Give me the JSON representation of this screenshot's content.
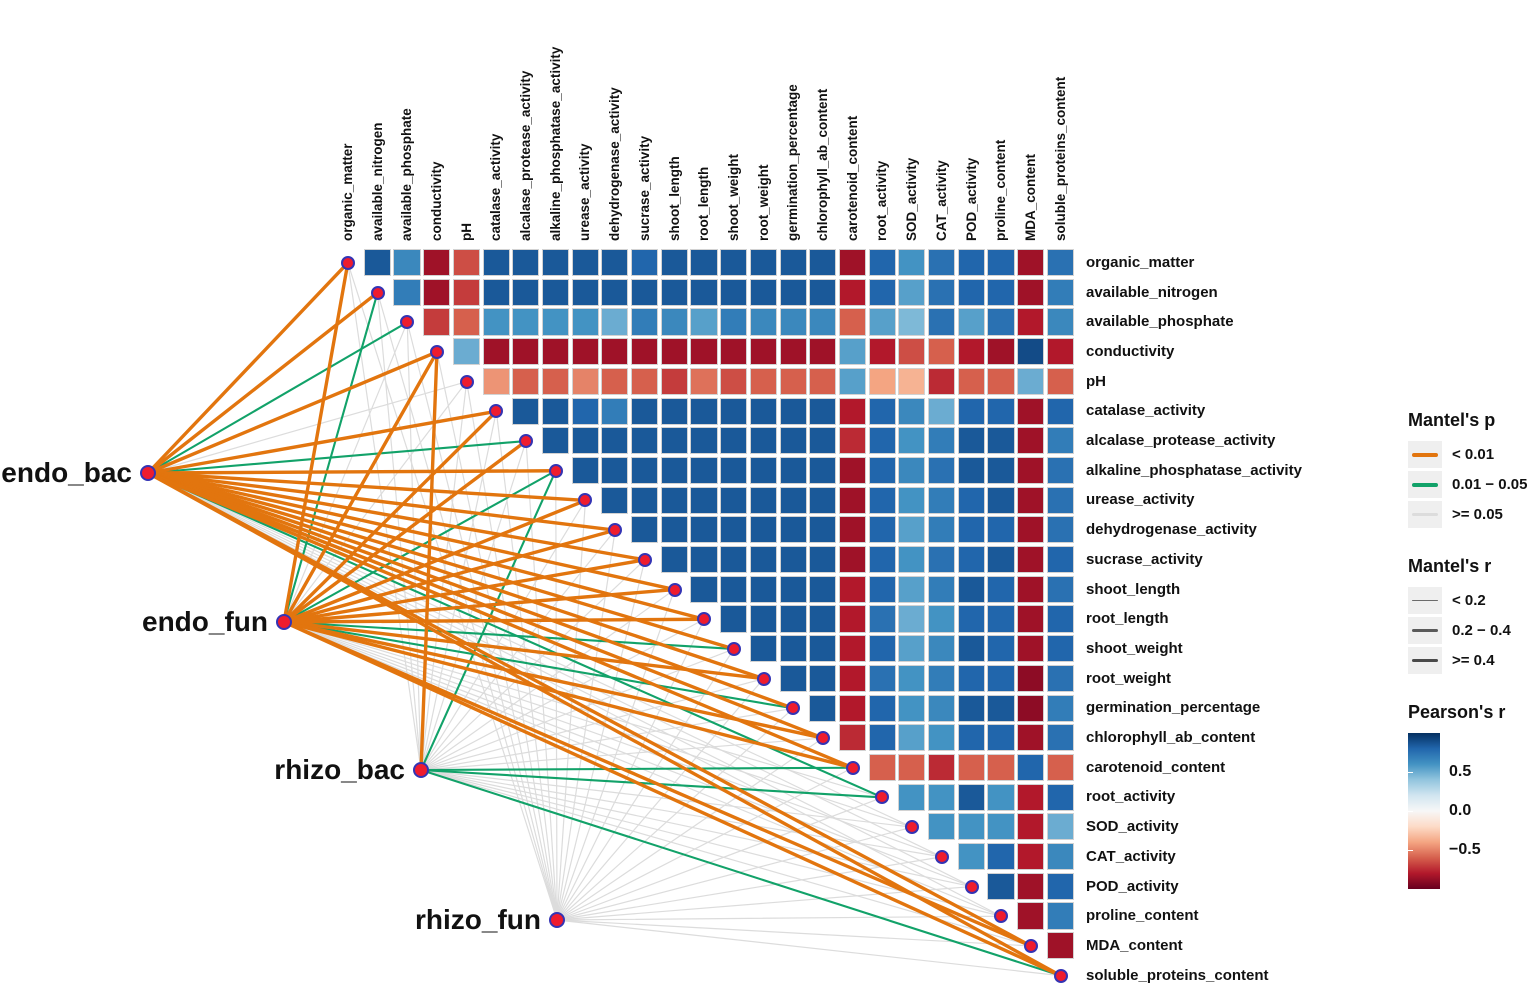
{
  "legend": {
    "mantel_p": {
      "title": "Mantel's p",
      "items": [
        {
          "label": "< 0.01",
          "color": "#e2750e"
        },
        {
          "label": "0.01 − 0.05",
          "color": "#12a269"
        },
        {
          "label": ">= 0.05",
          "color": "#dcdcdc"
        }
      ]
    },
    "mantel_r": {
      "title": "Mantel's r",
      "items": [
        {
          "label": "< 0.2"
        },
        {
          "label": "0.2 − 0.4"
        },
        {
          "label": ">= 0.4"
        }
      ]
    },
    "pearson": {
      "title": "Pearson's r",
      "ticks": [
        "0.5",
        "0.0",
        "−0.5"
      ]
    }
  },
  "palette": {
    "background": "#ffffff",
    "node_dot_fill": "#ee1c2e",
    "node_dot_ring": "#3434b4",
    "link_orange": "#e2750e",
    "link_green": "#12a269",
    "link_gray": "#dcdcdc",
    "label_color": "#111111"
  },
  "chart_data": {
    "type": "heatmap",
    "subtype": "upper-triangle correlation heatmap with Mantel-test network links",
    "variables": [
      "organic_matter",
      "available_nitrogen",
      "available_phosphate",
      "conductivity",
      "pH",
      "catalase_activity",
      "alcalase_protease_activity",
      "alkaline_phosphatase_activity",
      "urease_activity",
      "dehydrogenase_activity",
      "sucrase_activity",
      "shoot_length",
      "root_length",
      "shoot_weight",
      "root_weight",
      "germination_percentage",
      "chlorophyll_ab_content",
      "carotenoid_content",
      "root_activity",
      "SOD_activity",
      "CAT_activity",
      "POD_activity",
      "proline_content",
      "MDA_content",
      "soluble_proteins_content"
    ],
    "pearson_scale": {
      "range": [
        -1,
        1
      ],
      "ticks": [
        "0.5",
        "0.0",
        "−0.5"
      ],
      "stops": [
        [
          -1.0,
          "#67001f"
        ],
        [
          -0.8,
          "#b2182b"
        ],
        [
          -0.6,
          "#d6604d"
        ],
        [
          -0.4,
          "#f4a582"
        ],
        [
          -0.2,
          "#fddbc7"
        ],
        [
          0.0,
          "#f7f7f7"
        ],
        [
          0.2,
          "#d1e5f0"
        ],
        [
          0.4,
          "#92c5de"
        ],
        [
          0.6,
          "#4393c3"
        ],
        [
          0.8,
          "#2166ac"
        ],
        [
          1.0,
          "#053061"
        ]
      ]
    },
    "pearson_upper": [
      [
        0.85,
        0.65,
        -0.85,
        -0.65,
        0.85,
        0.85,
        0.85,
        0.85,
        0.85,
        0.8,
        0.85,
        0.85,
        0.85,
        0.85,
        0.85,
        0.85,
        -0.85,
        0.8,
        0.6,
        0.75,
        0.8,
        0.8,
        -0.85,
        0.75
      ],
      [
        0.7,
        -0.85,
        -0.7,
        0.85,
        0.85,
        0.85,
        0.85,
        0.85,
        0.85,
        0.85,
        0.85,
        0.85,
        0.85,
        0.85,
        0.85,
        -0.8,
        0.8,
        0.55,
        0.75,
        0.8,
        0.8,
        -0.85,
        0.7
      ],
      [
        -0.7,
        -0.6,
        0.6,
        0.6,
        0.6,
        0.6,
        0.5,
        0.7,
        0.65,
        0.55,
        0.7,
        0.65,
        0.65,
        0.65,
        -0.6,
        0.55,
        0.45,
        0.75,
        0.55,
        0.75,
        -0.8,
        0.65
      ],
      [
        0.5,
        -0.85,
        -0.85,
        -0.85,
        -0.85,
        -0.85,
        -0.85,
        -0.85,
        -0.85,
        -0.85,
        -0.85,
        -0.85,
        -0.85,
        0.55,
        -0.8,
        -0.65,
        -0.6,
        -0.8,
        -0.85,
        0.9,
        -0.8
      ],
      [
        -0.45,
        -0.6,
        -0.6,
        -0.5,
        -0.6,
        -0.6,
        -0.7,
        -0.55,
        -0.65,
        -0.6,
        -0.6,
        -0.6,
        0.55,
        -0.4,
        -0.35,
        -0.75,
        -0.6,
        -0.6,
        0.5,
        -0.6
      ],
      [
        0.85,
        0.85,
        0.8,
        0.7,
        0.85,
        0.85,
        0.85,
        0.85,
        0.85,
        0.85,
        0.85,
        -0.8,
        0.8,
        0.65,
        0.5,
        0.8,
        0.8,
        -0.85,
        0.8
      ],
      [
        0.85,
        0.85,
        0.85,
        0.85,
        0.85,
        0.85,
        0.85,
        0.85,
        0.85,
        0.85,
        -0.75,
        0.8,
        0.6,
        0.7,
        0.85,
        0.85,
        -0.85,
        0.7
      ],
      [
        0.85,
        0.85,
        0.85,
        0.85,
        0.85,
        0.85,
        0.85,
        0.85,
        0.85,
        -0.85,
        0.8,
        0.65,
        0.75,
        0.85,
        0.85,
        -0.85,
        0.75
      ],
      [
        0.85,
        0.85,
        0.85,
        0.85,
        0.85,
        0.85,
        0.85,
        0.85,
        -0.85,
        0.8,
        0.6,
        0.7,
        0.8,
        0.85,
        -0.85,
        0.75
      ],
      [
        0.85,
        0.85,
        0.85,
        0.85,
        0.85,
        0.85,
        0.85,
        -0.85,
        0.8,
        0.55,
        0.7,
        0.8,
        0.8,
        -0.85,
        0.75
      ],
      [
        0.85,
        0.85,
        0.85,
        0.85,
        0.85,
        0.85,
        -0.85,
        0.8,
        0.6,
        0.75,
        0.8,
        0.85,
        -0.85,
        0.8
      ],
      [
        0.85,
        0.85,
        0.85,
        0.85,
        0.85,
        -0.8,
        0.8,
        0.55,
        0.7,
        0.85,
        0.8,
        -0.85,
        0.75
      ],
      [
        0.85,
        0.85,
        0.85,
        0.85,
        -0.8,
        0.75,
        0.5,
        0.6,
        0.8,
        0.8,
        -0.85,
        0.8
      ],
      [
        0.85,
        0.85,
        0.85,
        -0.8,
        0.8,
        0.55,
        0.65,
        0.85,
        0.8,
        -0.85,
        0.8
      ],
      [
        0.85,
        0.85,
        -0.8,
        0.75,
        0.6,
        0.7,
        0.8,
        0.8,
        -0.9,
        0.75
      ],
      [
        0.85,
        -0.8,
        0.8,
        0.6,
        0.65,
        0.85,
        0.85,
        -0.9,
        0.7
      ],
      [
        -0.75,
        0.8,
        0.55,
        0.6,
        0.8,
        0.8,
        -0.85,
        0.75
      ],
      [
        -0.6,
        -0.6,
        -0.75,
        -0.6,
        -0.6,
        0.8,
        -0.6
      ],
      [
        0.6,
        0.6,
        0.85,
        0.6,
        -0.8,
        0.8
      ],
      [
        0.6,
        0.6,
        0.6,
        -0.8,
        0.5
      ],
      [
        0.6,
        0.8,
        -0.8,
        0.65
      ],
      [
        0.85,
        -0.85,
        0.8
      ],
      [
        -0.85,
        0.7
      ],
      [
        -0.85
      ],
      []
    ],
    "network_nodes": [
      "endo_bac",
      "endo_fun",
      "rhizo_bac",
      "rhizo_fun"
    ],
    "mantel_p_classes": [
      "<0.01",
      "0.01-0.05",
      ">=0.05"
    ],
    "mantel_r_width_map": {
      "<0.01": ">=0.4",
      "0.01-0.05": "0.2-0.4",
      ">=0.05": "<0.2"
    },
    "mantel_p": {
      "endo_bac": [
        "<0.01",
        "<0.01",
        "0.01-0.05",
        "<0.01",
        ">=0.05",
        "<0.01",
        "0.01-0.05",
        "<0.01",
        "<0.01",
        "<0.01",
        "<0.01",
        "<0.01",
        "<0.01",
        "<0.01",
        "<0.01",
        "<0.01",
        "<0.01",
        "<0.01",
        "0.01-0.05",
        ">=0.05",
        ">=0.05",
        ">=0.05",
        ">=0.05",
        "<0.01",
        "<0.01"
      ],
      "endo_fun": [
        "<0.01",
        "0.01-0.05",
        ">=0.05",
        "<0.01",
        ">=0.05",
        "<0.01",
        "<0.01",
        "0.01-0.05",
        "<0.01",
        "<0.01",
        "<0.01",
        "<0.01",
        "<0.01",
        "0.01-0.05",
        "<0.01",
        "0.01-0.05",
        "<0.01",
        "<0.01",
        ">=0.05",
        ">=0.05",
        ">=0.05",
        ">=0.05",
        ">=0.05",
        "<0.01",
        "<0.01"
      ],
      "rhizo_bac": [
        ">=0.05",
        ">=0.05",
        ">=0.05",
        "<0.01",
        ">=0.05",
        ">=0.05",
        ">=0.05",
        "0.01-0.05",
        ">=0.05",
        ">=0.05",
        ">=0.05",
        ">=0.05",
        ">=0.05",
        ">=0.05",
        ">=0.05",
        ">=0.05",
        ">=0.05",
        "0.01-0.05",
        "0.01-0.05",
        ">=0.05",
        ">=0.05",
        ">=0.05",
        ">=0.05",
        ">=0.05",
        "0.01-0.05"
      ],
      "rhizo_fun": [
        ">=0.05",
        ">=0.05",
        ">=0.05",
        ">=0.05",
        ">=0.05",
        ">=0.05",
        ">=0.05",
        ">=0.05",
        ">=0.05",
        ">=0.05",
        ">=0.05",
        ">=0.05",
        ">=0.05",
        ">=0.05",
        ">=0.05",
        ">=0.05",
        ">=0.05",
        ">=0.05",
        ">=0.05",
        ">=0.05",
        ">=0.05",
        ">=0.05",
        ">=0.05",
        ">=0.05",
        ">=0.05"
      ]
    }
  }
}
